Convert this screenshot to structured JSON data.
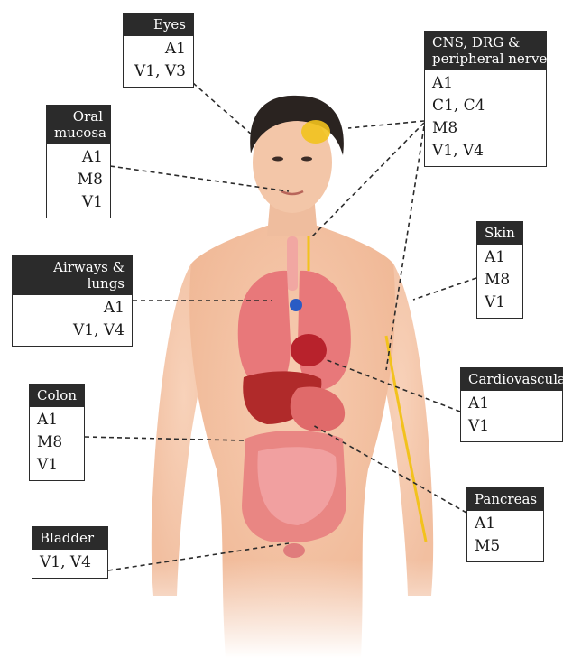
{
  "colors": {
    "label_header_bg": "#2b2b2b",
    "label_header_text": "#ffffff",
    "connector": "#2b2b2b",
    "skin": "#f4c4a6",
    "hair": "#2a2320",
    "lungs": "#e8787a",
    "heart": "#b8222c",
    "liver": "#b02a2a",
    "stomach": "#e06a6a",
    "intestine": "#e98683",
    "nerves": "#f2c21d"
  },
  "labels": {
    "eyes": {
      "title": "Eyes",
      "lines": [
        "A1",
        "V1, V3"
      ]
    },
    "oral_mucosa": {
      "title": "Oral mucosa",
      "title_lines": [
        "Oral",
        "mucosa"
      ],
      "lines": [
        "A1",
        "M8",
        "V1"
      ]
    },
    "airways_lungs": {
      "title": "Airways & lungs",
      "lines": [
        "A1",
        "V1, V4"
      ]
    },
    "colon": {
      "title": "Colon",
      "lines": [
        "A1",
        "M8",
        "V1"
      ]
    },
    "bladder": {
      "title": "Bladder",
      "lines": [
        "V1, V4"
      ]
    },
    "cns": {
      "title": "CNS, DRG & peripheral nerves",
      "title_lines": [
        "CNS, DRG &",
        "peripheral nerves"
      ],
      "lines": [
        "A1",
        "C1, C4",
        "M8",
        "V1, V4"
      ]
    },
    "skin": {
      "title": "Skin",
      "lines": [
        "A1",
        "M8",
        "V1"
      ]
    },
    "cardiovascular": {
      "title": "Cardiovascular",
      "lines": [
        "A1",
        "V1"
      ]
    },
    "pancreas": {
      "title": "Pancreas",
      "lines": [
        "A1",
        "M5"
      ]
    }
  }
}
